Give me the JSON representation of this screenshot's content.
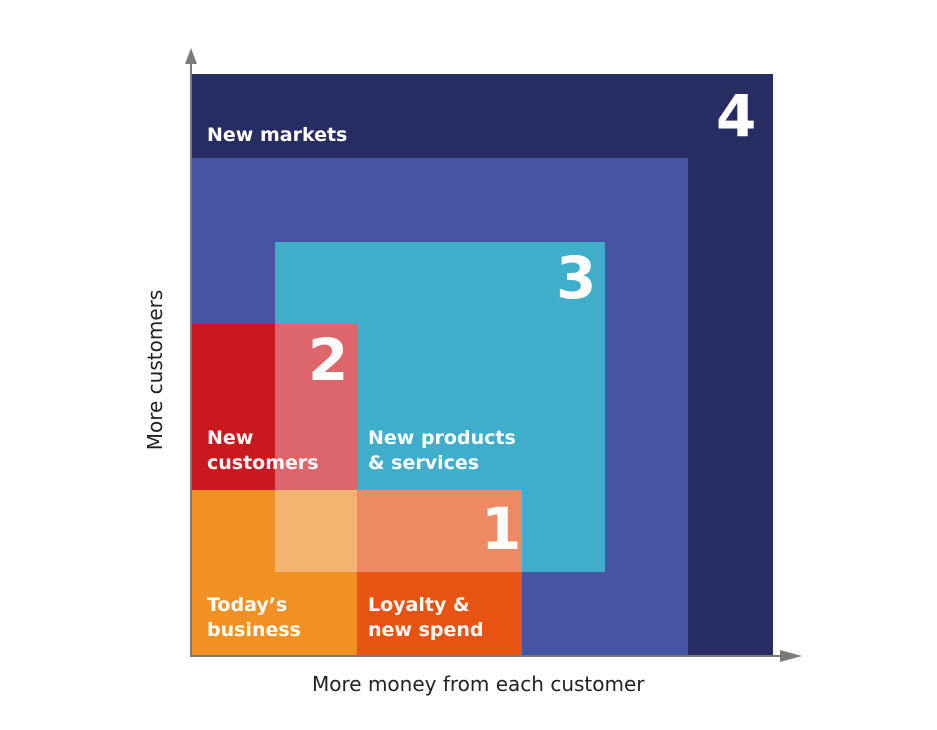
{
  "axes": {
    "x_label": "More money from each customer",
    "y_label": "More customers"
  },
  "blocks": {
    "new_markets": {
      "label": "New markets",
      "number": "4",
      "color": "#272c62"
    },
    "band": {
      "color": "#4555a3"
    },
    "new_products": {
      "label": "New products\n& services",
      "number": "3",
      "color": "#40aecb"
    },
    "new_customers": {
      "label": "New\ncustomers",
      "number": "2",
      "color": "#c9181e"
    },
    "overlap_customers_products": {
      "color": "#dc666a"
    },
    "loyalty": {
      "label": "Loyalty &\nnew spend",
      "number": "1",
      "color": "#e75411"
    },
    "overlap_loyalty_products": {
      "color": "#ec8a63"
    },
    "todays_business": {
      "label": "Today’s\nbusiness",
      "color": "#f29123"
    },
    "overlap_center": {
      "color": "#f5b472"
    }
  }
}
